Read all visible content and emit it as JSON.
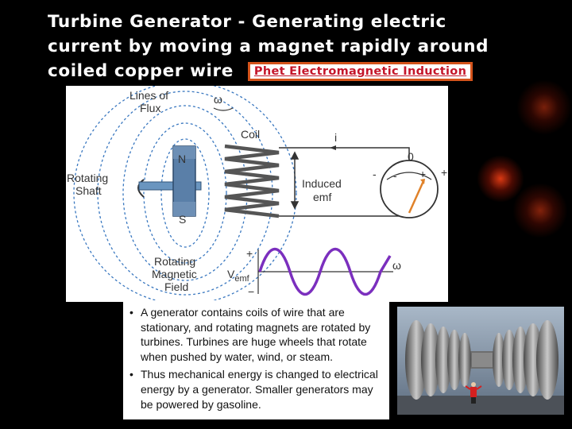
{
  "slide": {
    "title_lines": [
      "Turbine Generator - Generating electric",
      "current by moving a magnet rapidly around",
      "coiled copper wire"
    ],
    "link_label": "Phet Electromagnetic Induction"
  },
  "diagram": {
    "labels": {
      "lines_of_flux_1": "Lines of",
      "lines_of_flux_2": "Flux",
      "omega_top": "ω",
      "coil": "Coil",
      "current": "i",
      "north": "N",
      "south": "S",
      "rotating_shaft_1": "Rotating",
      "rotating_shaft_2": "Shaft",
      "induced_emf_1": "Induced",
      "induced_emf_2": "emf",
      "meter_minus": "-",
      "meter_plus": "+",
      "meter_zero": "0",
      "meter_scale_minus": "-",
      "meter_scale_plus": "+",
      "rotating_field_1": "Rotating",
      "rotating_field_2": "Magnetic",
      "rotating_field_3": "Field",
      "plot_plus": "+",
      "plot_minus": "−",
      "v": "V",
      "v_sub": "emf",
      "omega_plot": "ω"
    }
  },
  "bullets": [
    "A generator contains coils of wire that are stationary, and rotating magnets are rotated by turbines. Turbines are huge wheels that rotate when pushed by water, wind, or steam.",
    "Thus mechanical energy is changed to electrical energy by a generator.  Smaller generators may be powered by gasoline."
  ],
  "colors": {
    "background": "#000000",
    "link_border": "#d4531b",
    "link_text": "#c4162a",
    "magnet": "#5a7fa8",
    "coil": "#555555",
    "wave": "#7b2fbe",
    "needle": "#e0822a"
  }
}
